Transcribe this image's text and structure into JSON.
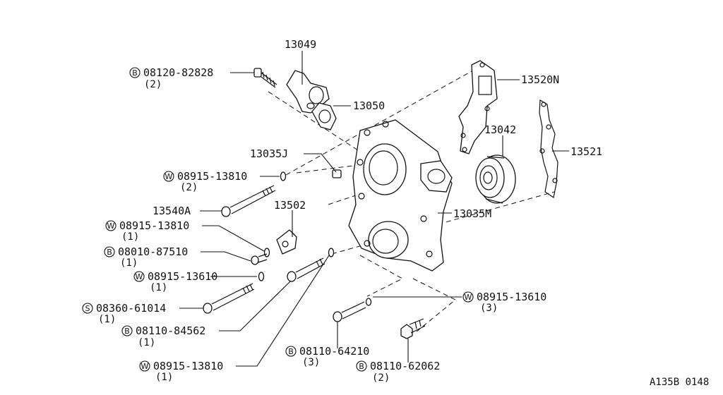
{
  "diagram_ref": "A135B 0148",
  "parts": {
    "p13049": "13049",
    "p13050": "13050",
    "p13520N": "13520N",
    "p13042": "13042",
    "p13521": "13521",
    "p13035J": "13035J",
    "p13540A": "13540A",
    "p13502": "13502",
    "p13035M": "13035M"
  },
  "fasteners": [
    {
      "prefix": "B",
      "number": "08120-82828",
      "qty": "(2)"
    },
    {
      "prefix": "W",
      "number": "08915-13810",
      "qty": "(2)"
    },
    {
      "prefix": "W",
      "number": "08915-13810",
      "qty": "(1)"
    },
    {
      "prefix": "B",
      "number": "08010-87510",
      "qty": "(1)"
    },
    {
      "prefix": "W",
      "number": "08915-13610",
      "qty": "(1)"
    },
    {
      "prefix": "S",
      "number": "08360-61014",
      "qty": "(1)"
    },
    {
      "prefix": "B",
      "number": "08110-84562",
      "qty": "(1)"
    },
    {
      "prefix": "W",
      "number": "08915-13810",
      "qty": "(1)"
    },
    {
      "prefix": "B",
      "number": "08110-64210",
      "qty": "(3)"
    },
    {
      "prefix": "B",
      "number": "08110-62062",
      "qty": "(2)"
    },
    {
      "prefix": "W",
      "number": "08915-13610",
      "qty": "(3)"
    }
  ]
}
